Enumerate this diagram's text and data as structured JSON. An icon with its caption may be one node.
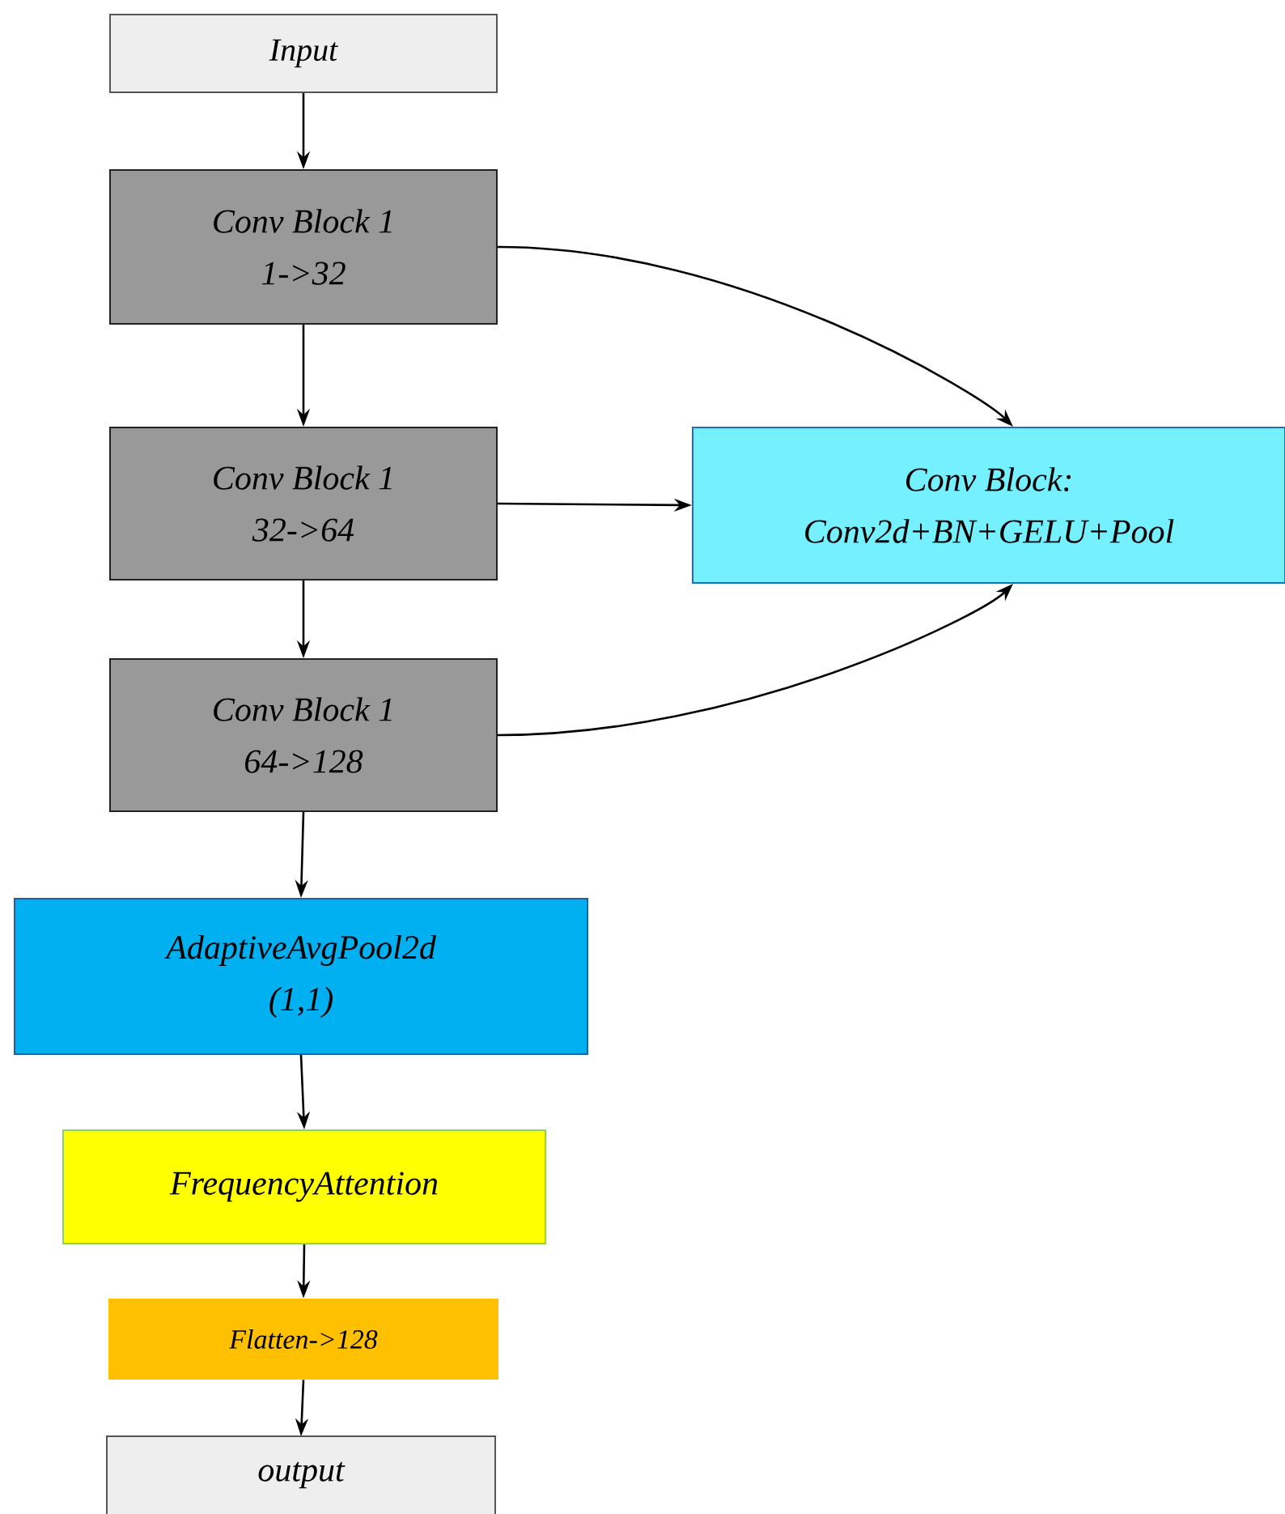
{
  "diagram": {
    "nodes": [
      {
        "text": [
          "Input"
        ]
      },
      {
        "text": [
          "Conv Block 1",
          "1->32"
        ]
      },
      {
        "text": [
          "Conv Block 1",
          "32->64"
        ]
      },
      {
        "text": [
          "Conv Block 1",
          "64->128"
        ]
      },
      {
        "text": [
          "Conv Block:",
          "Conv2d+BN+GELU+Pool"
        ]
      },
      {
        "text": [
          "AdaptiveAvgPool2d",
          "(1,1)"
        ]
      },
      {
        "text": [
          "FrequencyAttention"
        ]
      },
      {
        "text": [
          "Flatten->128"
        ]
      },
      {
        "text": [
          "output"
        ]
      }
    ],
    "edges": [
      {
        "from": 0,
        "to": 1,
        "arrow": "to"
      },
      {
        "from": 1,
        "to": 2,
        "arrow": "to"
      },
      {
        "from": 2,
        "to": 3,
        "arrow": "to"
      },
      {
        "from": 1,
        "to": 4,
        "arrow": "to"
      },
      {
        "from": 2,
        "to": 4,
        "arrow": "to"
      },
      {
        "from": 3,
        "to": 4,
        "arrow": "to"
      },
      {
        "from": 3,
        "to": 5,
        "arrow": "to"
      },
      {
        "from": 5,
        "to": 6,
        "arrow": "to"
      },
      {
        "from": 6,
        "to": 7,
        "arrow": "to"
      },
      {
        "from": 7,
        "to": 8,
        "arrow": "to"
      }
    ]
  }
}
